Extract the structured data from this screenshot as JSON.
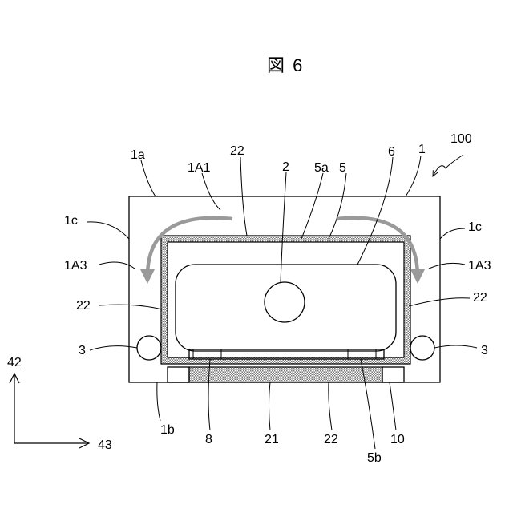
{
  "figure": {
    "title": "図 6"
  },
  "labels": {
    "l100": "100",
    "l1": "1",
    "l6": "6",
    "l5": "5",
    "l5a": "5a",
    "l2": "2",
    "l22_top": "22",
    "l1A1": "1A1",
    "l1a": "1a",
    "l1c_left": "1c",
    "l1c_right": "1c",
    "l1A3_left": "1A3",
    "l1A3_right": "1A3",
    "l22_left": "22",
    "l22_right": "22",
    "l3_left": "3",
    "l3_right": "3",
    "l1b": "1b",
    "l8": "8",
    "l21": "21",
    "l22_bottom": "22",
    "l10": "10",
    "l5b": "5b",
    "axis_y": "42",
    "axis_x": "43"
  },
  "colors": {
    "line": "#000000",
    "arrow": "#9a9a9a",
    "hatch": "#8c8c8c"
  }
}
